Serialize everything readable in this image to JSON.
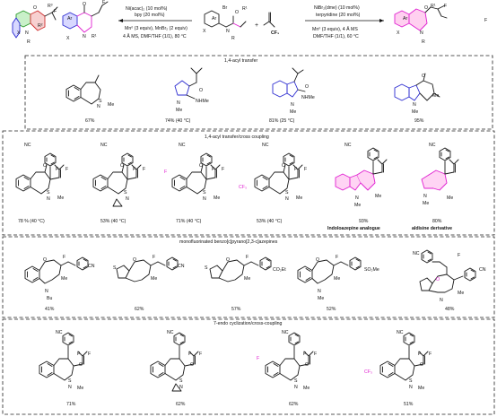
{
  "reaction": {
    "left_conditions": [
      "Ni(acac)₂ (10 mol%)",
      "bpy (20 mol%)",
      "Mn⁰ (3 equiv), MnBr₂ (2 equiv)",
      "4 Å MS,  DMF/THF (1/1), 80 °C"
    ],
    "right_conditions": [
      "NiBr₂(dme) (10 mol%)",
      "terpyridine (20 mol%)",
      "Mn⁰ (3 equiv), 4 Å MS",
      "DMF/THF (1/1), 60 °C"
    ],
    "reagent_plus": "+",
    "reagent_cf3": "CF₃"
  },
  "sections": [
    {
      "title": "1,4-acyl transfer",
      "items": [
        {
          "yield": "67%"
        },
        {
          "yield": "74% (40 °C)"
        },
        {
          "yield": "81% (25 °C)"
        },
        {
          "yield": "95%"
        }
      ]
    },
    {
      "title": "1,4-acyl transfer/cross coupling",
      "items": [
        {
          "yield": "78 % (40 °C)"
        },
        {
          "yield": "53% (40 °C)"
        },
        {
          "yield": "71% (40 °C)"
        },
        {
          "yield": "53% (40 °C)"
        },
        {
          "yield": "93%",
          "caption": "Indoloazepine analogue"
        },
        {
          "yield": "80%",
          "caption": "aldisine derivative"
        }
      ]
    },
    {
      "title": "monofluorinated benzo[c]pyrano[2,3-c]azepines",
      "items": [
        {
          "yield": "41%"
        },
        {
          "yield": "62%"
        },
        {
          "yield": "57%"
        },
        {
          "yield": "52%"
        },
        {
          "yield": "48%"
        }
      ]
    },
    {
      "title": "7-endo cyclization/cross-coupling",
      "items": [
        {
          "yield": "71%"
        },
        {
          "yield": "62%"
        },
        {
          "yield": "62%"
        },
        {
          "yield": "51%"
        }
      ]
    }
  ],
  "atoms": {
    "nc": "NC",
    "cn": "CN",
    "f": "F",
    "o": "O",
    "n": "N",
    "me": "Me",
    "nme": "N",
    "so2": "S",
    "nhme": "NHMe",
    "bu": "Bu",
    "cf3": "CF₃",
    "co2et": "CO₂Et",
    "so2me": "SO₂Me",
    "x": "X",
    "r": "R",
    "ar": "Ar",
    "br": "Br",
    "ar_top": "Ar",
    "r1": "R¹",
    "r2": "R²",
    "r3": "R³"
  },
  "colors": {
    "blue": "#2b2bd0",
    "magenta": "#e020d0",
    "green": "#2a9a2a",
    "red": "#d03030"
  }
}
